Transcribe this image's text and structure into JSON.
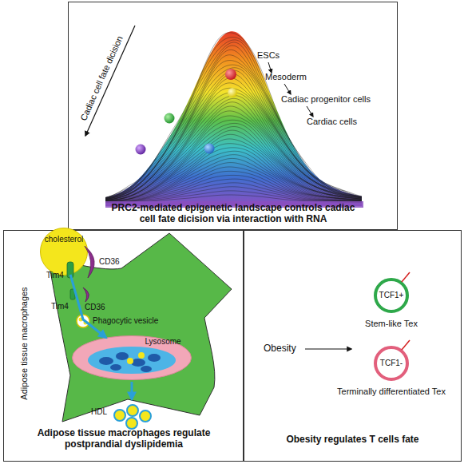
{
  "diagram": {
    "nodes": [
      {
        "text": [
          "PRC2-mediated epigenetic landscape controls cadiac cell fate dicision via interaction with RNA"
        ]
      },
      {
        "text": [
          "Adipose tissue macrophages regulate postprandial dyslipidemia"
        ]
      },
      {
        "text": [
          "cholesterol"
        ],
        "in": 1
      },
      {
        "text": [
          "Lysosome"
        ],
        "in": 1
      },
      {
        "text": [
          "Obesity regulates T cells fate"
        ]
      },
      {
        "text": [
          "TCF1+",
          "Stem-like Tex"
        ],
        "in": 4
      },
      {
        "text": [
          "TCF1-",
          "Terminally differentiated Tex"
        ],
        "in": 4
      }
    ],
    "edges": [
      {
        "from": 2,
        "to": 3,
        "arrow": "to"
      }
    ],
    "labels": [
      "Cadiac cell fate dicision",
      "ESCs",
      "Mesoderm",
      "Cadiac progenitor cells",
      "Cardiac cells",
      "CD36",
      "Tim4",
      "Tim4",
      "CD36",
      "Phagocytic vesicle",
      "HDL",
      "Adipose tissue macrophages",
      "Obesity"
    ]
  }
}
